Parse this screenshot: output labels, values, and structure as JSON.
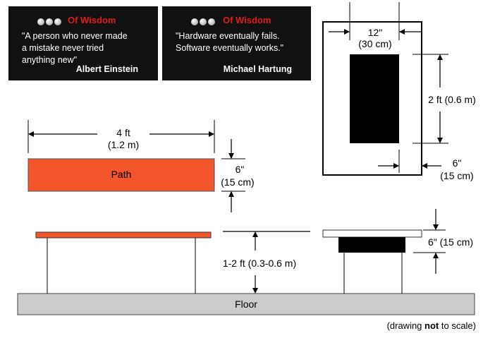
{
  "quotes": [
    {
      "heading": "Of Wisdom",
      "text_lines": [
        "\"A person who never made",
        "a mistake never tried",
        "anything new\""
      ],
      "author": "Albert Einstein"
    },
    {
      "heading": "Of Wisdom",
      "text_lines": [
        "\"Hardware eventually fails.",
        "Software eventually works.\""
      ],
      "author": "Michael Hartung"
    }
  ],
  "diagram": {
    "path_label": "Path",
    "floor_label": "Floor",
    "width_dim": [
      "4 ft",
      "(1.2 m)"
    ],
    "thickness_dim": [
      "6\"",
      "(15 cm)"
    ],
    "height_dim": "1-2 ft (0.3-0.6 m)",
    "side_thickness_dim": "6\" (15 cm)",
    "top_width_dim": [
      "12\"",
      "(30 cm)"
    ],
    "top_length_dim": "2 ft (0.6 m)",
    "top_margin_dim": [
      "6\"",
      "(15 cm)"
    ],
    "note_prefix": "(drawing ",
    "note_bold": "not",
    "note_suffix": " to scale)"
  },
  "colors": {
    "path": "#f2562a",
    "floor": "#cccccc",
    "card_bg": "#111111",
    "heading": "#e21c1c"
  }
}
